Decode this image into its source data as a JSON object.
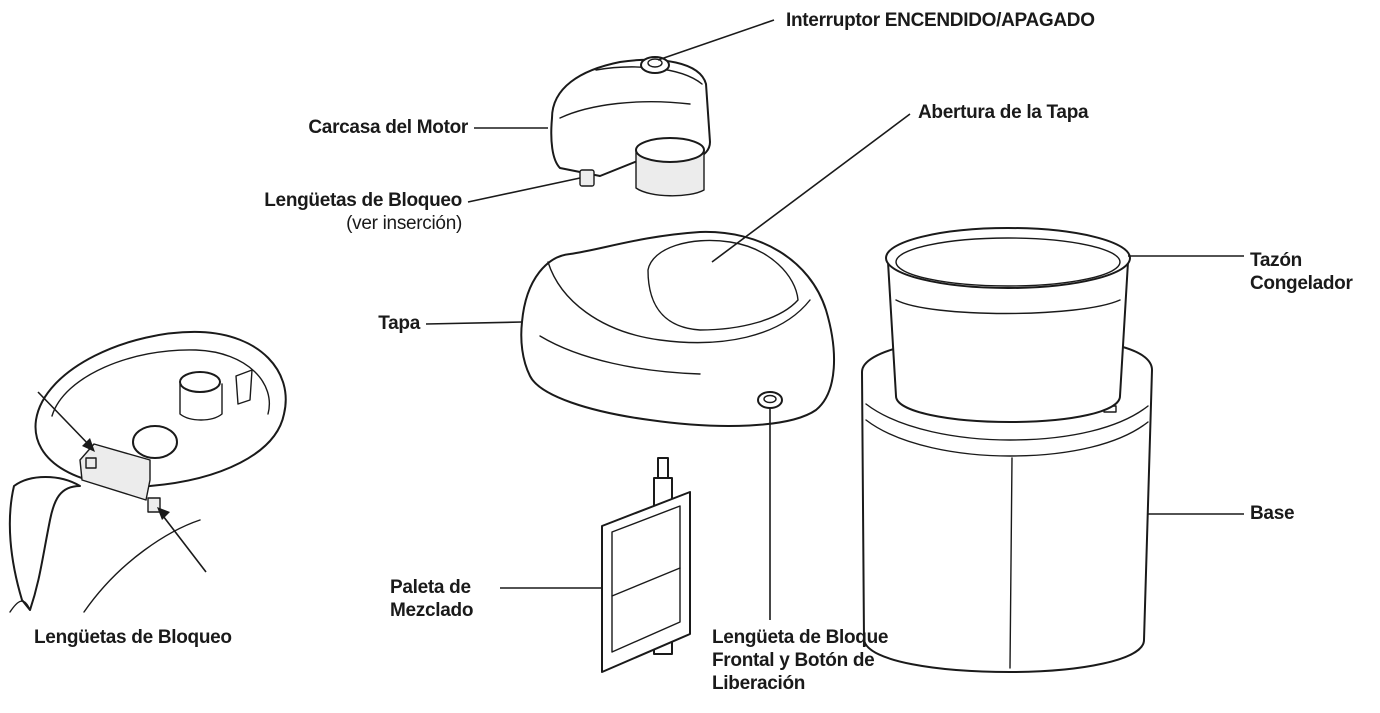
{
  "labels": {
    "switch": "Interruptor ENCENDIDO/APAGADO",
    "motor_housing": "Carcasa del Motor",
    "locking_tabs": "Lengüetas de Bloqueo",
    "locking_tabs_note": "(ver inserción)",
    "lid_opening": "Abertura de la Tapa",
    "freezer_bowl_line1": "Tazón",
    "freezer_bowl_line2": "Congelador",
    "lid": "Tapa",
    "base": "Base",
    "paddle_line1": "Paleta de",
    "paddle_line2": "Mezclado",
    "front_tab_line1": "Lengüeta de Bloque",
    "front_tab_line2": "Frontal y Botón de",
    "front_tab_line3": "Liberación",
    "inset_locking_tabs": "Lengüetas de Bloqueo"
  }
}
